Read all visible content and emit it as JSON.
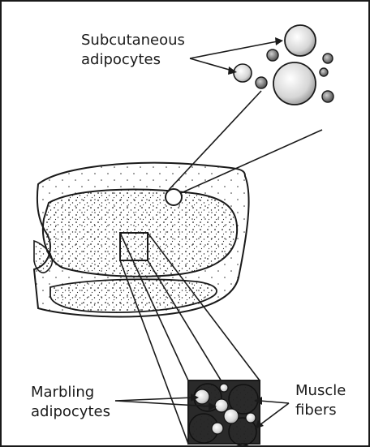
{
  "labels": {
    "subcutaneous": "Subcutaneous\nadipocytes",
    "marbling": "Marbling\nadipocytes",
    "muscle": "Muscle\nfibers"
  },
  "colors": {
    "ink": "#1a1a1a",
    "fill": "#d9d9d9"
  }
}
